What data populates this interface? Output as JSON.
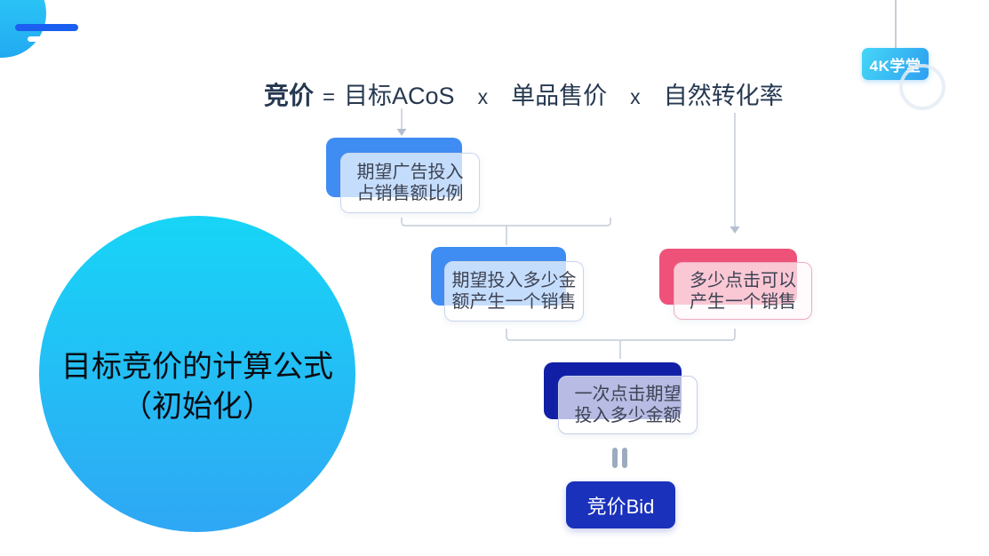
{
  "badge": {
    "label": "4K学堂"
  },
  "title_circle": {
    "line1": "目标竞价的计算公式",
    "line2": "（初始化）"
  },
  "formula": {
    "lhs": "竞价",
    "eq": "=",
    "term_acos": "目标ACoS",
    "x1": "x",
    "term_price": "单品售价",
    "x2": "x",
    "term_cvr": "自然转化率"
  },
  "boxes": {
    "acos": {
      "line1": "期望广告投入",
      "line2": "占销售额比例"
    },
    "spend_per_sale": {
      "line1": "期望投入多少金",
      "line2": "额产生一个销售"
    },
    "clicks_per_sale": {
      "line1": "多少点击可以",
      "line2": "产生一个销售"
    },
    "cost_per_click": {
      "line1": "一次点击期望",
      "line2": "投入多少金额"
    }
  },
  "result": {
    "bid_label": "竞价Bid"
  },
  "colors": {
    "box_blue": "#3f8df3",
    "box_pink": "#ef5279",
    "box_navy": "#111fa6",
    "bid_button": "#1a31bb",
    "circle_top": "#17d5f6",
    "circle_bottom": "#2fa7f4",
    "connector": "#c3ccd8",
    "formula_text": "#263850"
  }
}
